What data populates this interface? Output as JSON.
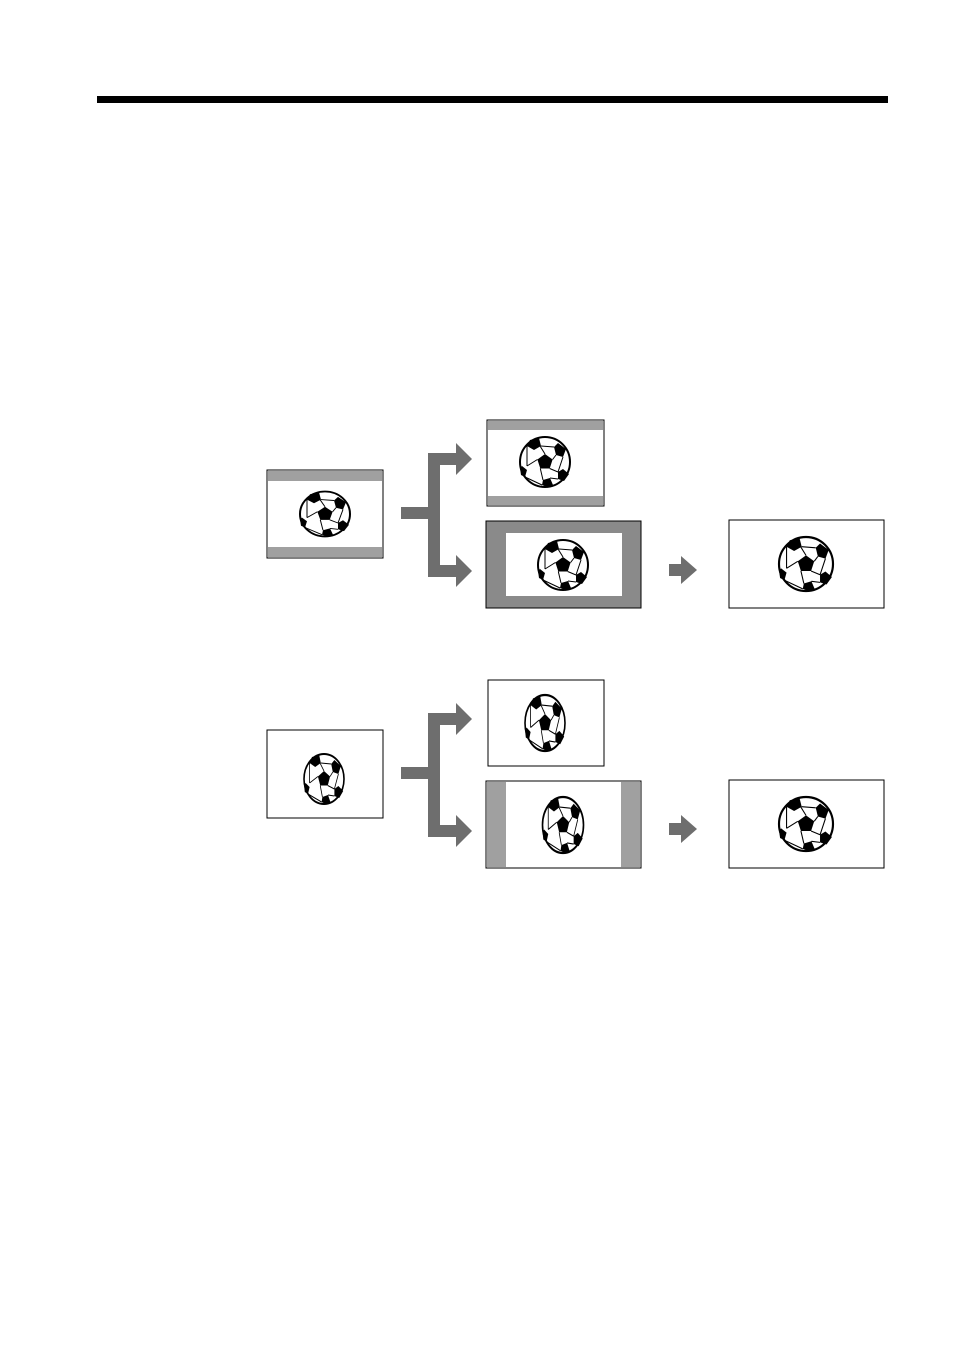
{
  "colors": {
    "frame_border": "#000000",
    "bar_gray": "#a0a0a0",
    "dark_gray": "#8a8a8a",
    "arrow_gray": "#6e6e6e",
    "ball_black": "#000000",
    "ball_white": "#ffffff"
  },
  "icons": [
    "soccer-ball-icon",
    "right-arrow-icon",
    "branch-arrow-icon"
  ],
  "rows": [
    {
      "name": "row-1",
      "source": "letterbox-squeezed-ball",
      "outputs": [
        "letterbox",
        "windowbox"
      ],
      "result": "full-frame"
    },
    {
      "name": "row-2",
      "source": "anamorphic-stretched-ball",
      "outputs": [
        "narrow-stretched",
        "pillarbox"
      ],
      "result": "full-frame"
    }
  ]
}
